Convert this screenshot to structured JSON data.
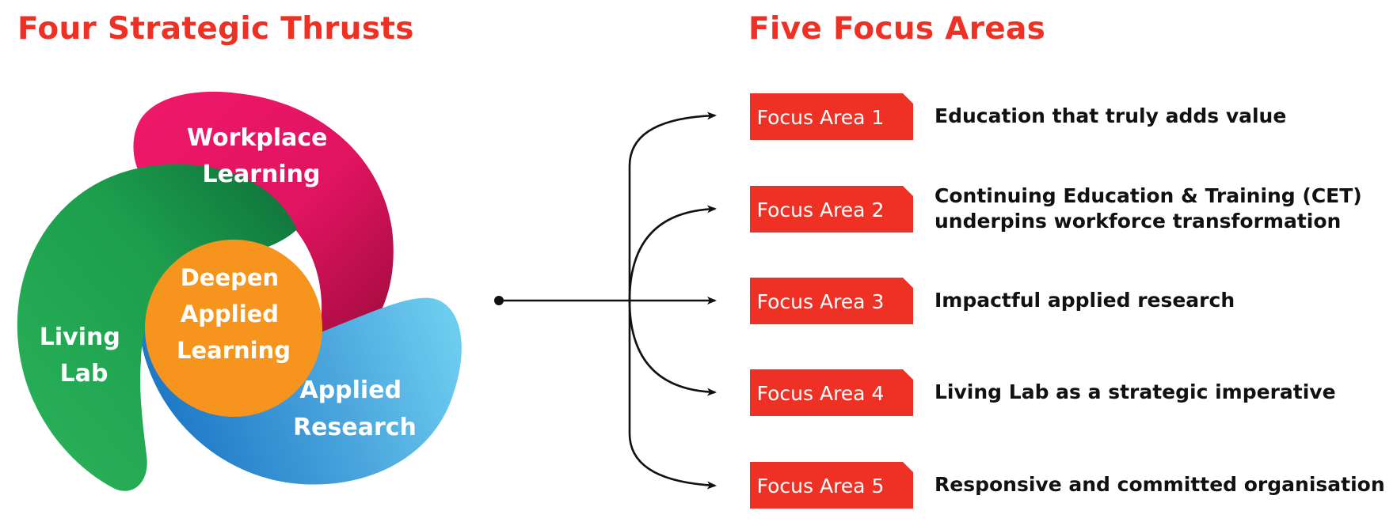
{
  "thrusts": {
    "heading": "Four Strategic Thrusts",
    "workplace_learning": [
      "Workplace",
      "Learning"
    ],
    "living_lab": [
      "Living",
      "Lab"
    ],
    "applied_research": [
      "Applied",
      "Research"
    ],
    "center": [
      "Deepen",
      "Applied",
      "Learning"
    ]
  },
  "focus": {
    "heading": "Five Focus Areas",
    "areas": [
      {
        "label": "Focus Area 1",
        "lines": [
          "Education that truly adds value"
        ]
      },
      {
        "label": "Focus Area 2",
        "lines": [
          "Continuing Education & Training (CET)",
          "underpins workforce transformation"
        ]
      },
      {
        "label": "Focus Area 3",
        "lines": [
          "Impactful applied research"
        ]
      },
      {
        "label": "Focus Area 4",
        "lines": [
          "Living Lab as a strategic imperative"
        ]
      },
      {
        "label": "Focus Area 5",
        "lines": [
          "Responsive and committed organisation"
        ]
      }
    ]
  },
  "colors": {
    "heading": "#ee3124",
    "badge": "#ee3124",
    "workplace_learning": "#ec1763",
    "living_lab": "#1fa24f",
    "applied_research": "#3b93d6",
    "center": "#f7941d",
    "arrow": "#111111"
  }
}
